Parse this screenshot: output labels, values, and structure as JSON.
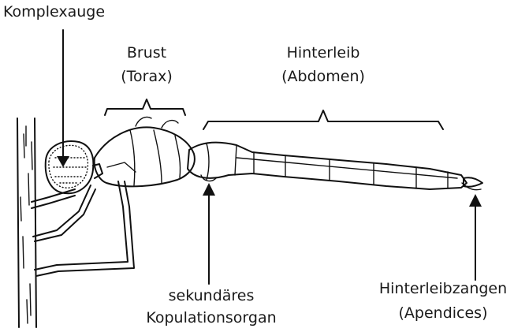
{
  "labels": {
    "compound_eye": "Komplexauge",
    "thorax_line1": "Brust",
    "thorax_line2": "(Torax)",
    "abdomen_line1": "Hinterleib",
    "abdomen_line2": "(Abdomen)",
    "copulation_line1": "sekundäres",
    "copulation_line2": "Kopulationsorgan",
    "appendages_line1": "Hinterleibzangen",
    "appendages_line2": "(Apendices)"
  }
}
